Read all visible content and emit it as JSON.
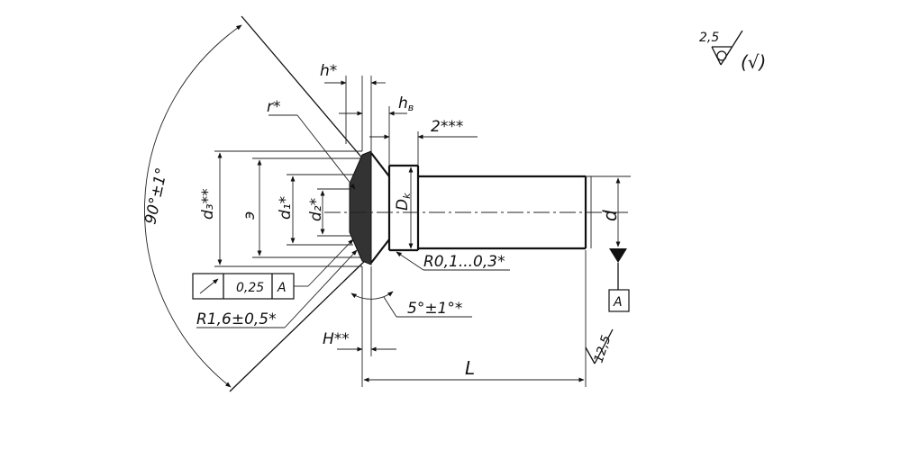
{
  "labels": {
    "h_star": "h*",
    "h_b": "h",
    "h_b_sub": "в",
    "r_star": "r*",
    "two_stars": "2***",
    "angle_90": "90°±1°",
    "d3_stars": "d₃**",
    "e": "э",
    "d1_star": "d₁*",
    "d2_star": "d₂*",
    "Dk": "D",
    "Dk_sub": "k",
    "d": "d",
    "R01": "R0,1...0,3*",
    "angle_5": "5°±1°*",
    "R16": "R1,6±0,5*",
    "H_stars": "H**",
    "L": "L",
    "runout": "0,25",
    "datum": "A",
    "datum_box": "A",
    "rough_12": "12,5",
    "rough_25": "2,5",
    "rough_paren": "(√)"
  }
}
